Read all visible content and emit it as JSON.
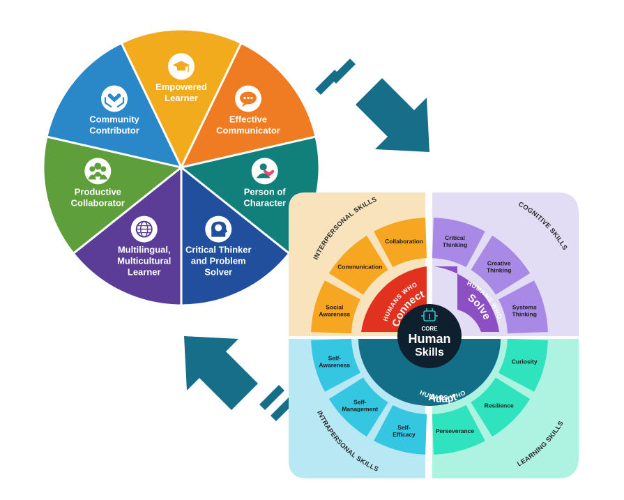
{
  "colors": {
    "wheel": [
      "#f3ab1e",
      "#ef7b22",
      "#12807a",
      "#214f9d",
      "#5b3d97",
      "#5e9f3b",
      "#2b88c8"
    ],
    "interpersonal_bg": "#f8e3bd",
    "cognitive_bg": "#e2dcf5",
    "intrapersonal_bg": "#b8e8f3",
    "learning_bg": "#aef2e2",
    "connect_hub": "#e0321f",
    "solve_hub": "#8c4fc4",
    "adapt_hub": "#136f87",
    "center": "#0e1f2d",
    "arrow": "#176e88"
  },
  "outcome_wheel": {
    "segments": [
      {
        "label_lines": [
          "Empowered",
          "Learner"
        ],
        "icon": "graduation-cap-icon"
      },
      {
        "label_lines": [
          "Effective",
          "Communicator"
        ],
        "icon": "speech-bubble-icon"
      },
      {
        "label_lines": [
          "Person of",
          "Character"
        ],
        "icon": "person-heart-icon"
      },
      {
        "label_lines": [
          "Critical Thinker",
          "and Problem",
          "Solver"
        ],
        "icon": "head-brain-icon"
      },
      {
        "label_lines": [
          "Multilingual,",
          "Multicultural",
          "Learner"
        ],
        "icon": "globe-icon"
      },
      {
        "label_lines": [
          "Productive",
          "Collaborator"
        ],
        "icon": "group-people-icon"
      },
      {
        "label_lines": [
          "Community",
          "Contributor"
        ],
        "icon": "hands-heart-icon"
      }
    ]
  },
  "core_skills": {
    "center": {
      "small": "CORE",
      "line1": "Human",
      "line2": "Skills",
      "icon": "chip-tree-icon"
    },
    "quadrants": {
      "interpersonal": {
        "label": "INTERPERSONAL SKILLS",
        "skills": [
          [
            "Collaboration"
          ],
          [
            "Communication"
          ],
          [
            "Social",
            "Awareness"
          ]
        ]
      },
      "cognitive": {
        "label": "COGNITIVE SKILLS",
        "skills": [
          [
            "Critical",
            "Thinking"
          ],
          [
            "Creative",
            "Thinking"
          ],
          [
            "Systems",
            "Thinking"
          ]
        ]
      },
      "intrapersonal": {
        "label": "INTRAPERSONAL SKILLS",
        "skills": [
          [
            "Self-",
            "Awareness"
          ],
          [
            "Self-",
            "Management"
          ],
          [
            "Self-",
            "Efficacy"
          ]
        ]
      },
      "learning": {
        "label": "LEARNING SKILLS",
        "skills": [
          [
            "Curiosity"
          ],
          [
            "Resilience"
          ],
          [
            "Perseverance"
          ]
        ]
      }
    },
    "hubs": {
      "connect": {
        "small": "HUMANS WHO",
        "big": "Connect"
      },
      "solve": {
        "small": "HUMANS WHO",
        "big": "Solve"
      },
      "adapt": {
        "small": "HUMANS WHO",
        "big": "Adapt"
      }
    }
  }
}
